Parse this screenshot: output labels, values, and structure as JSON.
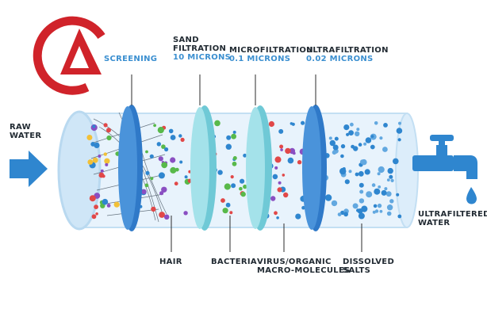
{
  "colors": {
    "logo_red": "#d0232a",
    "tube_fill": "#e4f1fb",
    "tube_edge": "#b9d9f0",
    "filter_teal": "#7dd3df",
    "filter_blue": "#2f79c8",
    "arrow_blue": "#2f86cf",
    "label_blue": "#3b8fd0",
    "label_dark": "#222b33",
    "water_drop": "#2f86cf"
  },
  "icons": {
    "logo": "triangle-in-ring-logo",
    "inlet": "right-arrow-icon",
    "outlet": "water-tap-icon",
    "drop": "water-drop-icon"
  },
  "labels": {
    "raw_water": [
      "RAW",
      "WATER"
    ],
    "screening": "SCREENING",
    "sand": [
      "SAND",
      "FILTRATION",
      "10 MICRONS"
    ],
    "micro": [
      "MICROFILTRATION",
      "0.1 MICRONS"
    ],
    "ultra": [
      "ULTRAFILTRATION",
      "0.02 MICRONS"
    ],
    "hair": "HAIR",
    "bacteria": "BACTERIA",
    "virus": [
      "VIRUS/ORGANIC",
      "MACRO-MOLECULES"
    ],
    "salts": [
      "DISSOLVED",
      "SALTS"
    ],
    "output": [
      "ULTRAFILTERED",
      "WATER"
    ]
  }
}
